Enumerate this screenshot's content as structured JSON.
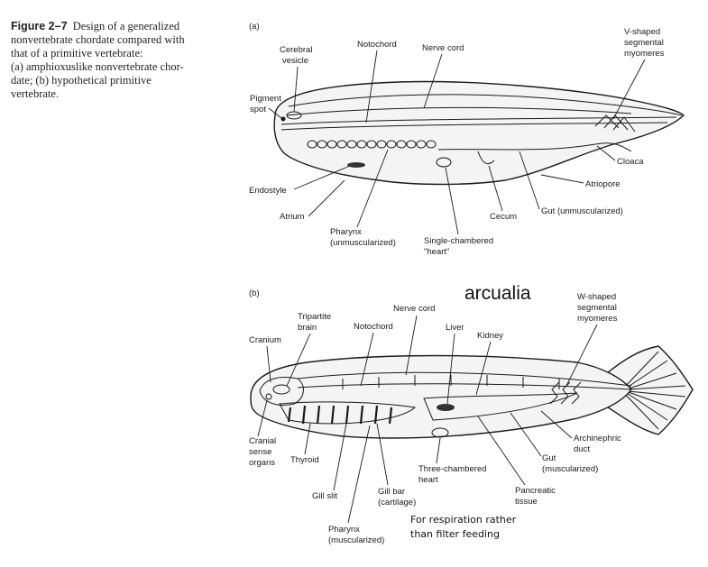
{
  "caption": {
    "figure_number": "Figure 2–7",
    "line1": "Design of a generalized",
    "line2": "nonvertebrate chordate compared with",
    "line3": "that of a primitive vertebrate:",
    "line4": "(a) amphioxuslike nonvertebrate chor-",
    "line5": "date; (b) hypothetical primitive",
    "line6": "vertebrate."
  },
  "panel_a": {
    "tag": "(a)",
    "labels": {
      "cerebral_vesicle_1": "Cerebral",
      "cerebral_vesicle_2": "vesicle",
      "notochord": "Notochord",
      "nerve_cord": "Nerve cord",
      "myomeres_1": "V-shaped",
      "myomeres_2": "segmental",
      "myomeres_3": "myomeres",
      "pigment_spot_1": "Pigment",
      "pigment_spot_2": "spot",
      "cloaca": "Cloaca",
      "atriopore": "Atriopore",
      "endostyle": "Endostyle",
      "gut": "Gut (unmuscularized)",
      "cecum": "Cecum",
      "atrium": "Atrium",
      "pharynx_1": "Pharynx",
      "pharynx_2": "(unmuscularized)",
      "heart_1": "Single-chambered",
      "heart_2": "\"heart\""
    }
  },
  "panel_b": {
    "tag": "(b)",
    "labels": {
      "tripartite_brain_1": "Tripartite",
      "tripartite_brain_2": "brain",
      "nerve_cord": "Nerve cord",
      "notochord": "Notochord",
      "liver": "Liver",
      "kidney": "Kidney",
      "myomeres_1": "W-shaped",
      "myomeres_2": "segmental",
      "myomeres_3": "myomeres",
      "cranium": "Cranium",
      "cranial_sense_1": "Cranial",
      "cranial_sense_2": "sense",
      "cranial_sense_3": "organs",
      "thyroid": "Thyroid",
      "archinephric_1": "Archinephric",
      "archinephric_2": "duct",
      "gut_1": "Gut",
      "gut_2": "(muscularized)",
      "heart_1": "Three-chambered",
      "heart_2": "heart",
      "pancreatic_1": "Pancreatic",
      "pancreatic_2": "tissue",
      "gill_slit": "Gill slit",
      "gill_bar_1": "Gill bar",
      "gill_bar_2": "(cartilage)",
      "pharynx_1": "Pharynx",
      "pharynx_2": "(muscularized)"
    }
  },
  "annotations": {
    "arcualia": "arcualia",
    "respiration_1": "For respiration rather",
    "respiration_2": "than filter feeding"
  }
}
